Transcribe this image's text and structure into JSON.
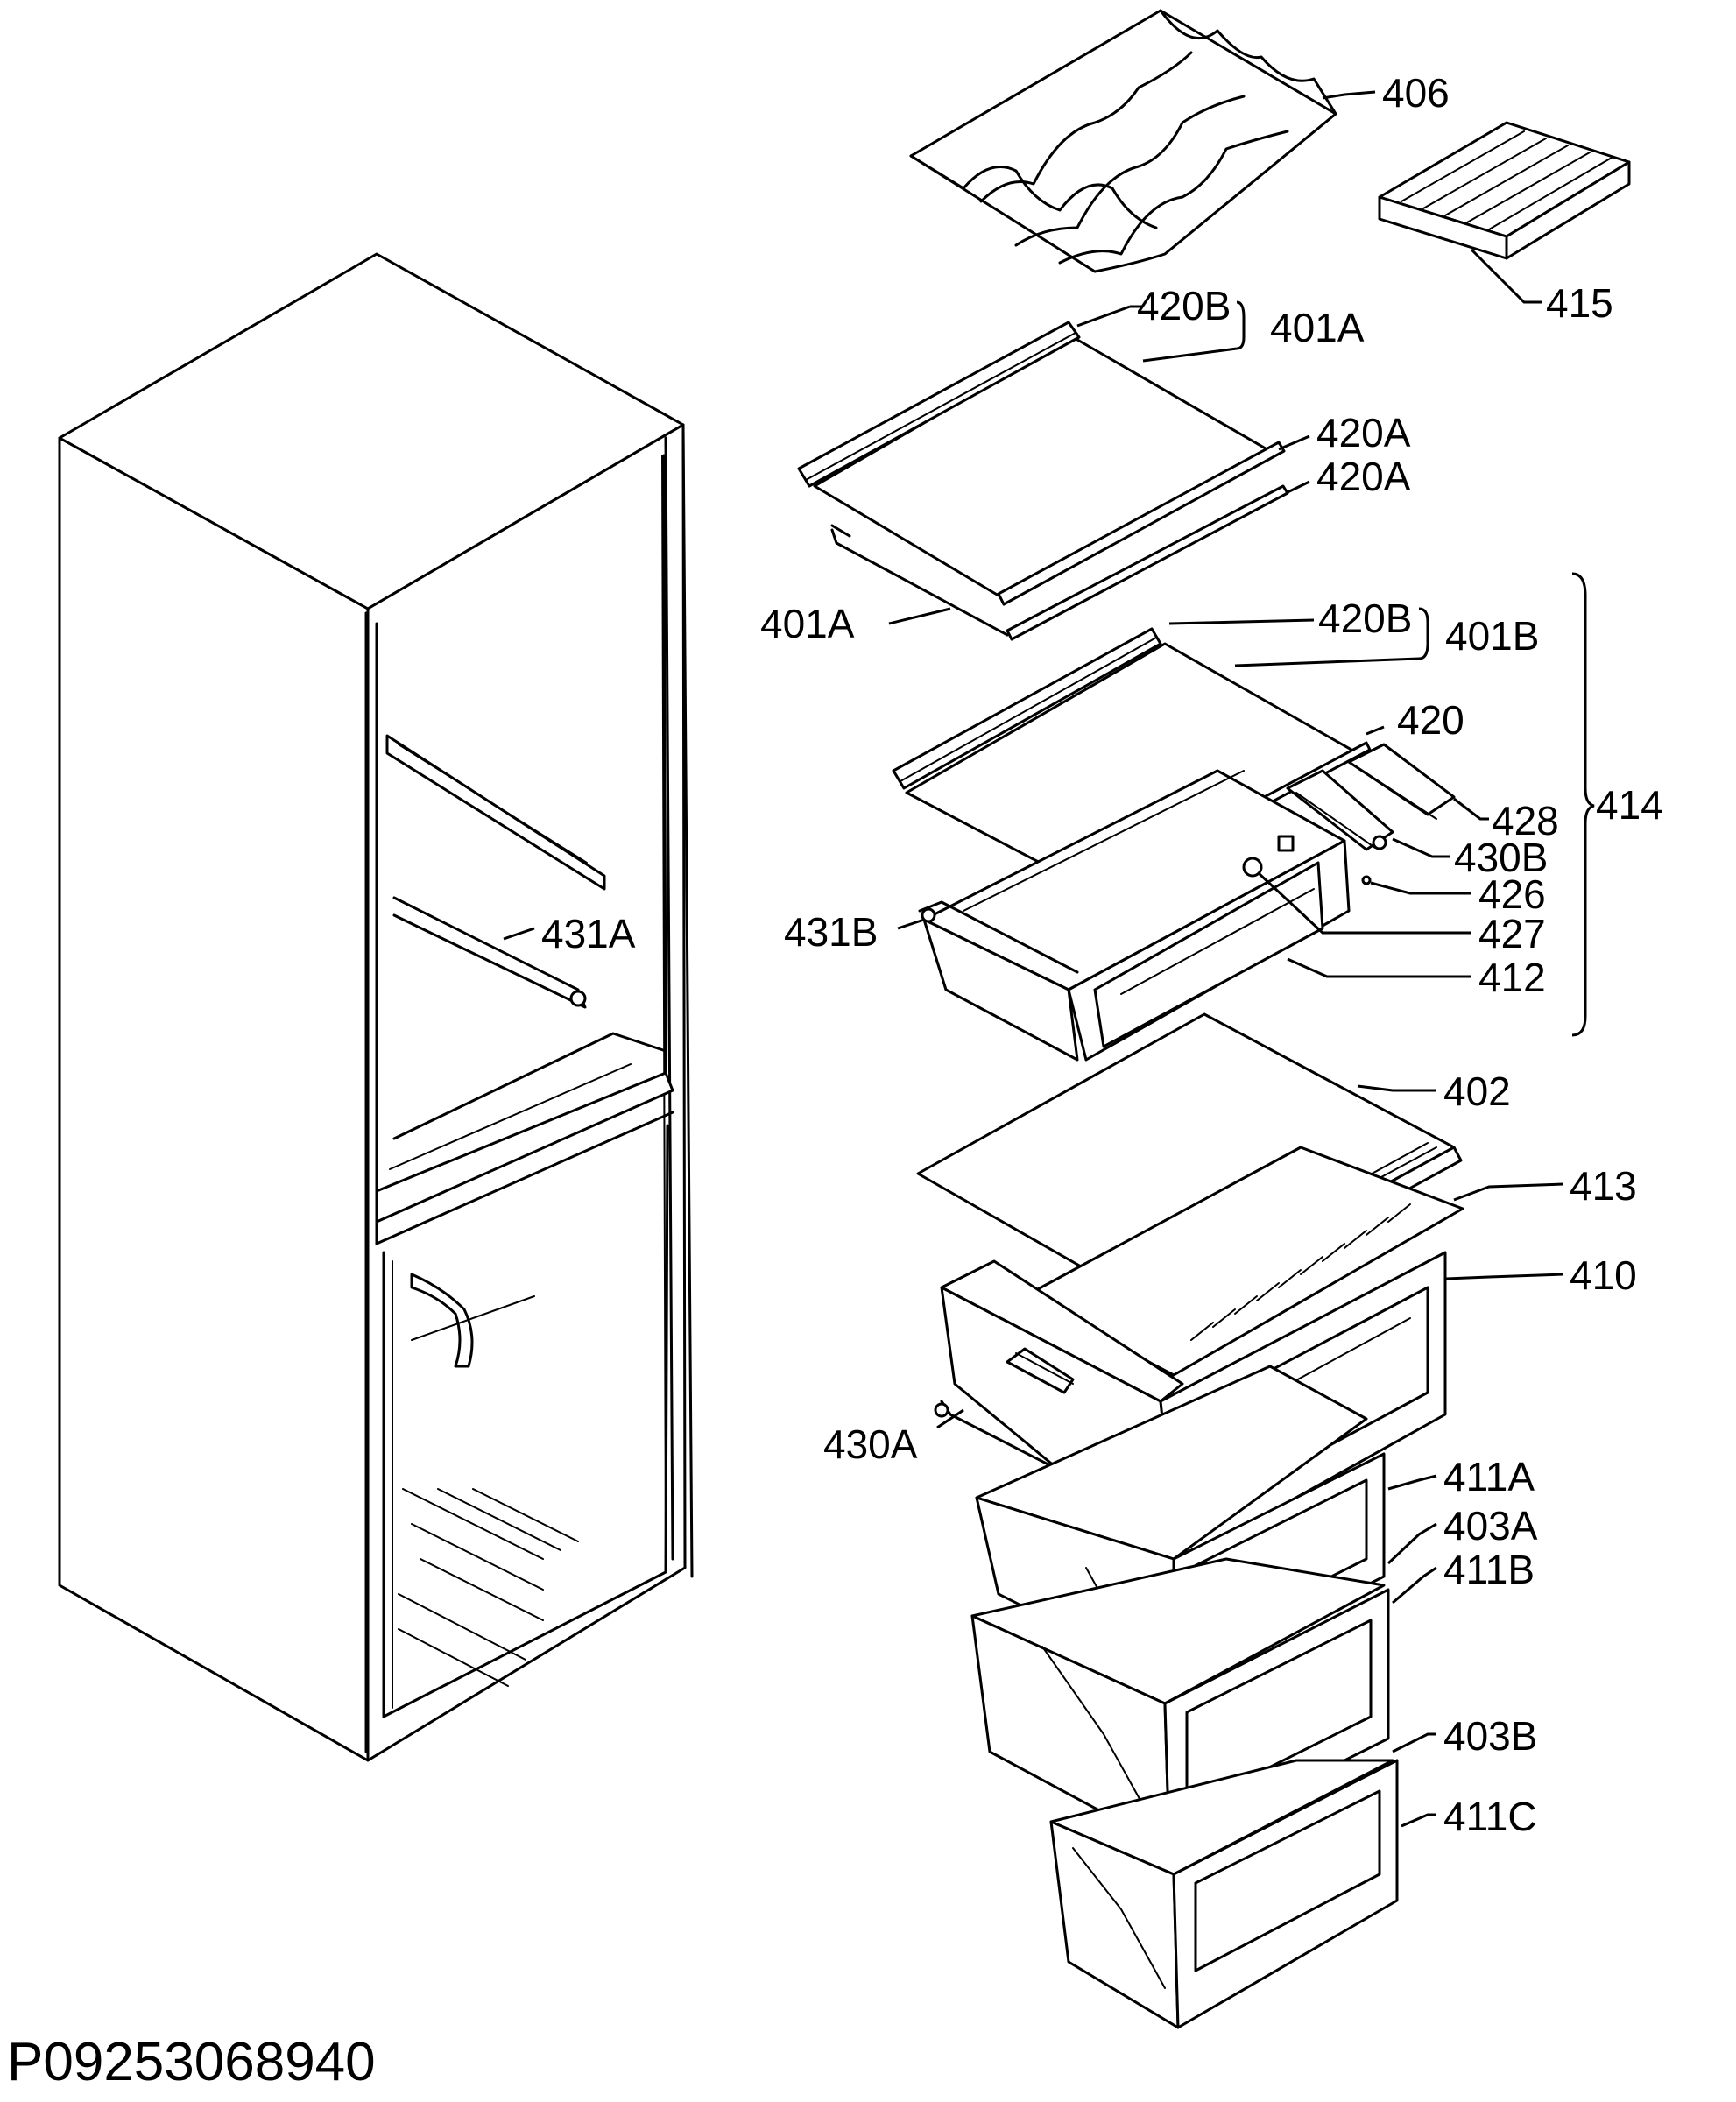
{
  "document_id": "P09253068940",
  "part_labels": {
    "p406": "406",
    "p415": "415",
    "p420B_top": "420B",
    "p401A_top": "401A",
    "p420A_1": "420A",
    "p420A_2": "420A",
    "p401A_left": "401A",
    "p420B_mid": "420B",
    "p401B": "401B",
    "p420": "420",
    "p414": "414",
    "p428": "428",
    "p430B": "430B",
    "p426": "426",
    "p427": "427",
    "p412": "412",
    "p431B": "431B",
    "p431A": "431A",
    "p402": "402",
    "p413": "413",
    "p410": "410",
    "p430A": "430A",
    "p411A": "411A",
    "p403A": "403A",
    "p411B": "411B",
    "p403B": "403B",
    "p411C": "411C"
  }
}
